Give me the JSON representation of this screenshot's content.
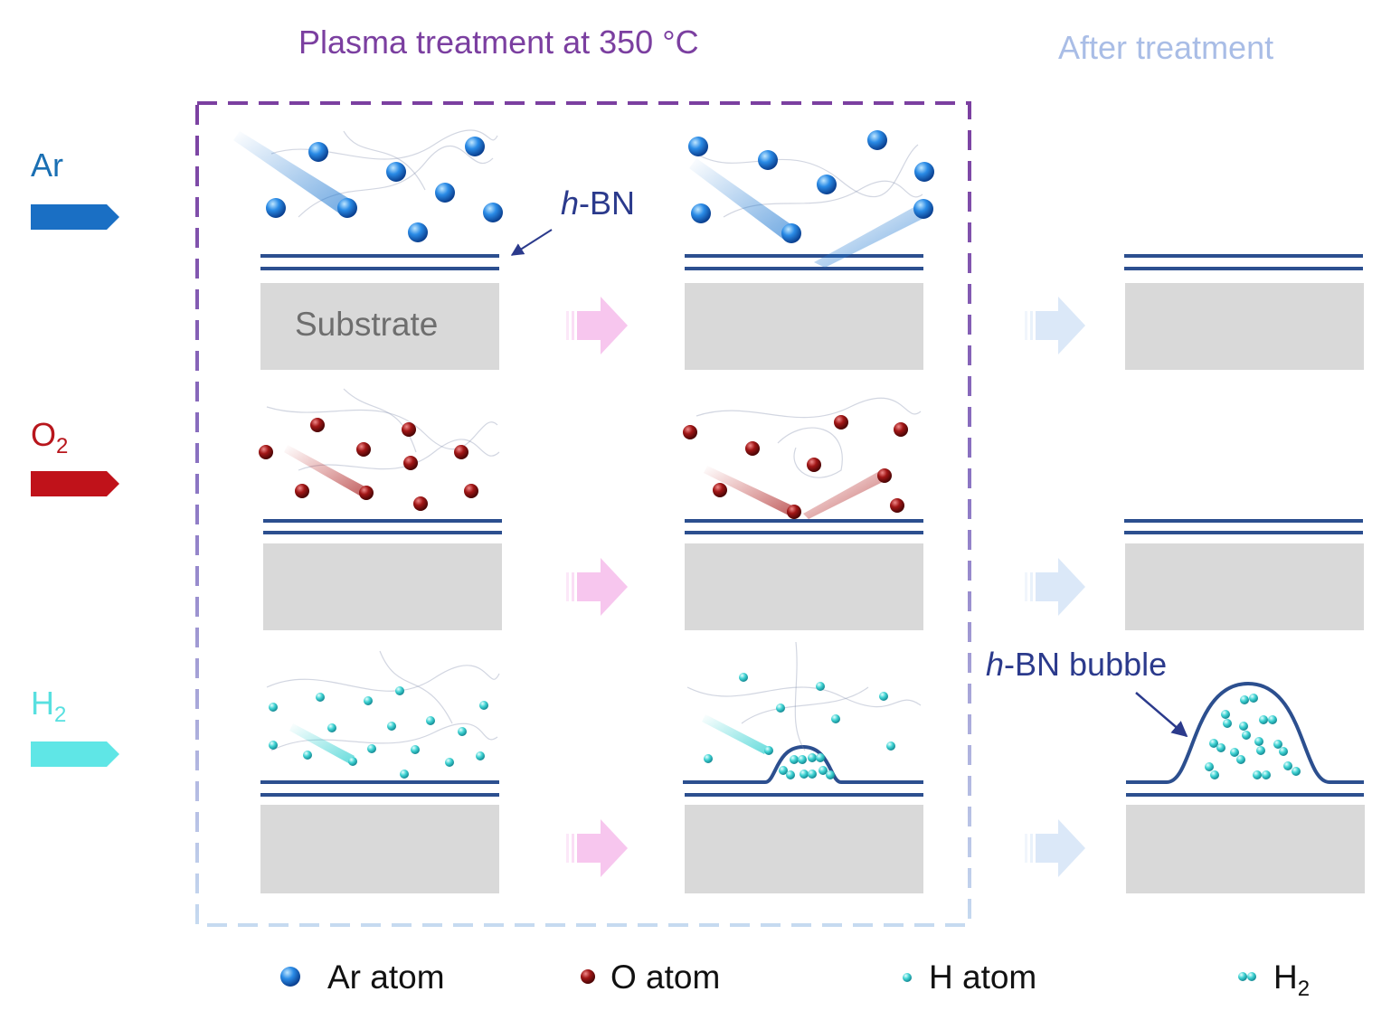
{
  "titles": {
    "plasma": "Plasma treatment at 350 °C",
    "after": "After treatment"
  },
  "gases": [
    {
      "main": "Ar",
      "sub": ""
    },
    {
      "main": "O",
      "sub": "2"
    },
    {
      "main": "H",
      "sub": "2"
    }
  ],
  "labels": {
    "hbn_italic": "h",
    "hbn_rest": "-BN",
    "bubble_italic": "h",
    "bubble_rest": "-BN bubble",
    "substrate": "Substrate"
  },
  "legend": [
    {
      "label": "Ar atom",
      "sub": ""
    },
    {
      "label": "O atom",
      "sub": ""
    },
    {
      "label": "H atom",
      "sub": ""
    },
    {
      "label": "H",
      "sub": "2"
    }
  ],
  "colors": {
    "ar": "#1f78d1",
    "o": "#8b0f0f",
    "h": "#3fd3d3",
    "hbn_layer": "#2c4f8f",
    "substrate": "#d9d9d9",
    "plasma_box_top": "#7b3fa0",
    "plasma_box_bottom": "#c6daf0",
    "arrow_pink": "#f7c6ee",
    "arrow_blue": "#dbe8f8"
  }
}
